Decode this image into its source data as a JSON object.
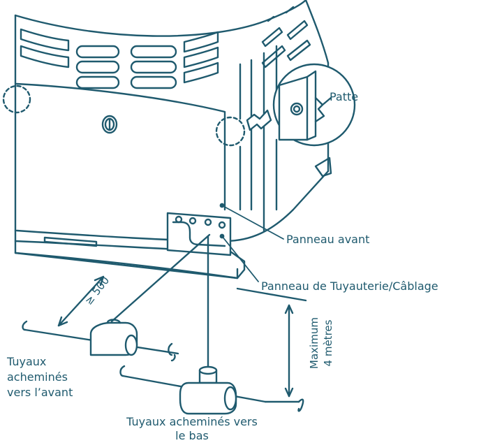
{
  "colors": {
    "stroke": "#1f5a6e",
    "fill": "#ffffff",
    "text": "#1f5a6e"
  },
  "labels": {
    "tab": "Patte",
    "front_panel": "Panneau avant",
    "piping_panel": "Panneau de Tuyauterie/Câblage",
    "clearance": "≥ 500",
    "max_height_line1": "Maximum",
    "max_height_line2": "4 mètres",
    "front_pipes_line1": "Tuyaux",
    "front_pipes_line2": "acheminés",
    "front_pipes_line3": "vers l’avant",
    "bottom_pipes_line1": "Tuyaux acheminés vers",
    "bottom_pipes_line2": "le bas"
  }
}
